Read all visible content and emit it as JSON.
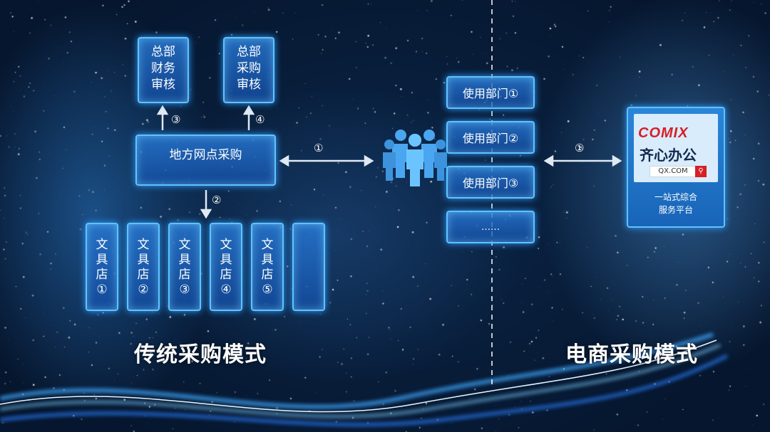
{
  "traditional": {
    "title": "传统采购模式",
    "hq_finance": [
      "总部",
      "财务",
      "审核"
    ],
    "hq_purchase": [
      "总部",
      "采购",
      "审核"
    ],
    "local": "地方网点采购",
    "step1": "①",
    "step2": "②",
    "step3": "③",
    "step4": "④",
    "shops": [
      [
        "文",
        "具",
        "店",
        "①"
      ],
      [
        "文",
        "具",
        "店",
        "②"
      ],
      [
        "文",
        "具",
        "店",
        "③"
      ],
      [
        "文",
        "具",
        "店",
        "④"
      ],
      [
        "文",
        "具",
        "店",
        "⑤"
      ]
    ]
  },
  "ecommerce": {
    "title": "电商采购模式",
    "step1": "①",
    "departments": [
      "使用部门①",
      "使用部门②",
      "使用部门③",
      "……"
    ],
    "comix": {
      "brand": "COMIX",
      "cn_name": "齐心办公",
      "url": "QX.COM",
      "desc1": "一站式综合",
      "desc2": "服务平台"
    }
  },
  "colors": {
    "box_border": "#5ec3ff",
    "box_fill": "#1e6fc8",
    "brand_red": "#d61f26"
  },
  "icons": [
    "people-group-icon",
    "search-icon"
  ]
}
